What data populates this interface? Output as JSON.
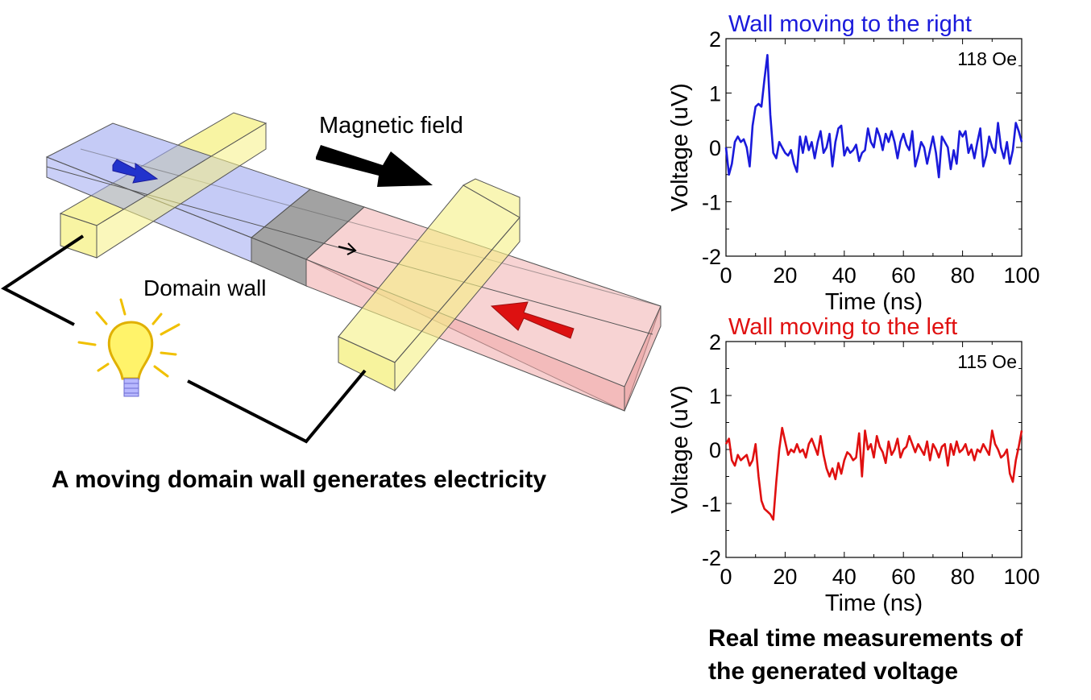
{
  "diagram": {
    "magnetic_field_label": "Magnetic  field",
    "domain_wall_label": "Domain  wall",
    "caption": "A moving domain wall generates electricity"
  },
  "caption_right": {
    "line1": "Real time measurements of",
    "line2": "the generated voltage"
  },
  "colors": {
    "blue": "#1a1adb",
    "red": "#e01010"
  },
  "chart_data": [
    {
      "type": "line",
      "title": "Wall moving to the right",
      "annotation": "118 Oe",
      "xlabel": "Time (ns)",
      "ylabel": "Voltage (uV)",
      "xlim": [
        0,
        100
      ],
      "ylim": [
        -2,
        2
      ],
      "xticks": [
        "0",
        "20",
        "40",
        "60",
        "80",
        "100"
      ],
      "yticks": [
        "2",
        "1",
        "0",
        "-1",
        "-2"
      ],
      "color": "#1a1adb",
      "x": [
        0,
        1,
        2,
        3,
        4,
        5,
        6,
        7,
        8,
        9,
        10,
        11,
        12,
        13,
        14,
        15,
        16,
        17,
        18,
        19,
        20,
        21,
        22,
        23,
        24,
        25,
        26,
        27,
        28,
        29,
        30,
        31,
        32,
        33,
        34,
        35,
        36,
        37,
        38,
        39,
        40,
        41,
        42,
        43,
        44,
        45,
        46,
        47,
        48,
        49,
        50,
        51,
        52,
        53,
        54,
        55,
        56,
        57,
        58,
        59,
        60,
        61,
        62,
        63,
        64,
        65,
        66,
        67,
        68,
        69,
        70,
        71,
        72,
        73,
        74,
        75,
        76,
        77,
        78,
        79,
        80,
        81,
        82,
        83,
        84,
        85,
        86,
        87,
        88,
        89,
        90,
        91,
        92,
        93,
        94,
        95,
        96,
        97,
        98,
        99,
        100
      ],
      "y": [
        0.0,
        -0.5,
        -0.3,
        0.1,
        0.2,
        0.1,
        0.15,
        0.0,
        -0.35,
        0.4,
        0.75,
        0.8,
        0.75,
        1.25,
        1.7,
        0.6,
        -0.1,
        -0.2,
        0.1,
        0.0,
        -0.1,
        -0.15,
        -0.05,
        -0.3,
        -0.45,
        0.2,
        -0.1,
        0.2,
        -0.05,
        0.1,
        -0.2,
        0.1,
        0.3,
        -0.1,
        0.0,
        0.25,
        -0.35,
        0.1,
        0.35,
        0.4,
        -0.15,
        0.0,
        -0.1,
        -0.05,
        0.05,
        -0.25,
        -0.1,
        -0.05,
        0.35,
        0.1,
        0.0,
        0.35,
        0.2,
        -0.05,
        0.25,
        0.1,
        0.3,
        0.1,
        -0.2,
        0.1,
        0.25,
        0.05,
        -0.05,
        0.3,
        -0.35,
        -0.15,
        0.1,
        0.0,
        -0.3,
        -0.05,
        0.2,
        -0.1,
        -0.55,
        0.2,
        0.1,
        0.0,
        -0.4,
        -0.05,
        -0.3,
        0.3,
        0.2,
        0.3,
        -0.1,
        0.05,
        -0.2,
        0.1,
        0.35,
        -0.35,
        -0.15,
        0.2,
        0.0,
        -0.1,
        0.45,
        0.0,
        -0.2,
        0.1,
        -0.3,
        -0.05,
        0.45,
        0.3,
        0.1
      ]
    },
    {
      "type": "line",
      "title": "Wall moving to the left",
      "annotation": "115 Oe",
      "xlabel": "Time (ns)",
      "ylabel": "Voltage (uV)",
      "xlim": [
        0,
        100
      ],
      "ylim": [
        -2,
        2
      ],
      "xticks": [
        "0",
        "20",
        "40",
        "60",
        "80",
        "100"
      ],
      "yticks": [
        "2",
        "1",
        "0",
        "-1",
        "-2"
      ],
      "color": "#e01010",
      "x": [
        0,
        1,
        2,
        3,
        4,
        5,
        6,
        7,
        8,
        9,
        10,
        11,
        12,
        13,
        14,
        15,
        16,
        17,
        18,
        19,
        20,
        21,
        22,
        23,
        24,
        25,
        26,
        27,
        28,
        29,
        30,
        31,
        32,
        33,
        34,
        35,
        36,
        37,
        38,
        39,
        40,
        41,
        42,
        43,
        44,
        45,
        46,
        47,
        48,
        49,
        50,
        51,
        52,
        53,
        54,
        55,
        56,
        57,
        58,
        59,
        60,
        61,
        62,
        63,
        64,
        65,
        66,
        67,
        68,
        69,
        70,
        71,
        72,
        73,
        74,
        75,
        76,
        77,
        78,
        79,
        80,
        81,
        82,
        83,
        84,
        85,
        86,
        87,
        88,
        89,
        90,
        91,
        92,
        93,
        94,
        95,
        96,
        97,
        98,
        99,
        100
      ],
      "y": [
        0.1,
        0.2,
        -0.2,
        -0.3,
        -0.1,
        -0.2,
        -0.15,
        -0.1,
        -0.3,
        -0.2,
        0.1,
        -0.5,
        -0.95,
        -1.1,
        -1.15,
        -1.2,
        -1.3,
        -0.6,
        0.0,
        0.4,
        0.15,
        -0.1,
        0.0,
        -0.05,
        0.1,
        -0.05,
        0.0,
        -0.15,
        0.1,
        0.2,
        0.05,
        -0.1,
        0.25,
        -0.1,
        -0.35,
        -0.5,
        -0.35,
        -0.55,
        -0.25,
        -0.45,
        -0.2,
        -0.05,
        -0.1,
        -0.2,
        -0.15,
        0.3,
        -0.5,
        0.35,
        0.0,
        0.1,
        -0.15,
        0.25,
        0.05,
        -0.05,
        -0.25,
        0.15,
        -0.1,
        0.0,
        0.2,
        -0.15,
        0.0,
        0.05,
        0.25,
        0.1,
        -0.05,
        0.1,
        0.0,
        -0.1,
        0.15,
        -0.2,
        0.1,
        0.0,
        -0.15,
        0.05,
        0.1,
        -0.3,
        0.1,
        -0.1,
        0.15,
        -0.05,
        0.0,
        0.1,
        -0.1,
        0.0,
        -0.2,
        0.0,
        -0.05,
        0.1,
        0.0,
        -0.1,
        0.35,
        0.1,
        0.0,
        -0.15,
        -0.1,
        0.0,
        -0.45,
        -0.6,
        -0.2,
        0.05,
        0.35
      ]
    }
  ]
}
